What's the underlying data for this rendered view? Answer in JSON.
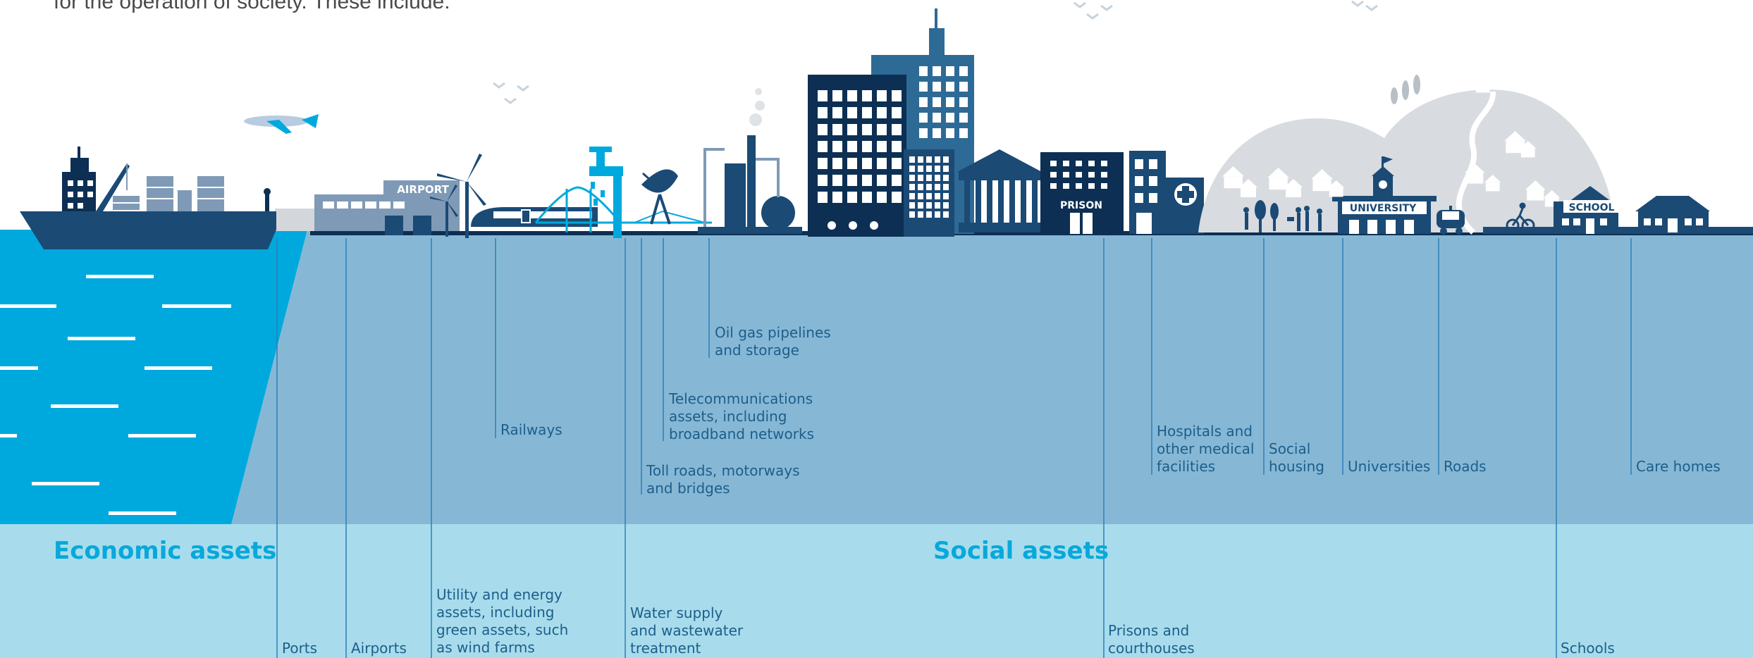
{
  "intro_text": "for the operation of society. These include:",
  "building_signs": {
    "airport": "AIRPORT",
    "prison": "PRISON",
    "university": "UNIVERSITY",
    "school": "SCHOOL"
  },
  "categories": {
    "economic": "Economic assets",
    "social": "Social assets"
  },
  "assets": {
    "ports": "Ports",
    "airports": "Airports",
    "utility": "Utility and energy\nassets, including\ngreen assets, such\nas wind farms",
    "railways": "Railways",
    "water": "Water supply\nand wastewater\ntreatment",
    "toll": "Toll roads, motorways\nand bridges",
    "telecom": "Telecommunications\nassets, including\nbroadband networks",
    "oil": "Oil gas pipelines\nand storage",
    "prisons": "Prisons and\ncourthouses",
    "hospitals": "Hospitals and\nother medical\nfacilities",
    "housing": "Social\nhousing",
    "universities": "Universities",
    "roads": "Roads",
    "schools": "Schools",
    "care": "Care homes"
  },
  "colors": {
    "sea": "#00a9dd",
    "ground_upper": "#86b8d6",
    "ground_lower": "#a8dcec",
    "navy": "#0c2f53",
    "dark_blue": "#1b4a75",
    "mid_blue": "#2e6a96",
    "grey_blue": "#7f9ab6",
    "hill_grey": "#d8dbdf",
    "label_text": "#1d5e8a",
    "category_text": "#08a8da",
    "leader_line": "#2d7fb5"
  }
}
